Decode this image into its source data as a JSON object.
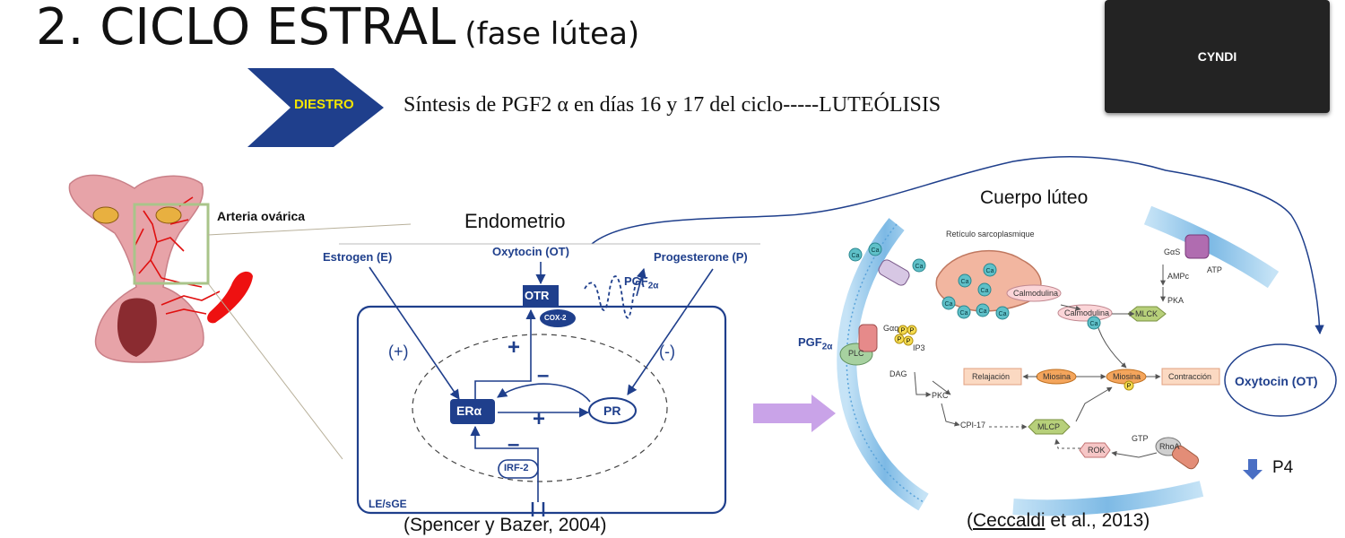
{
  "slide": {
    "title": "2. CICLO ESTRAL",
    "title_suffix": "(fase lútea)",
    "phase_label": "DIESTRO",
    "phase_text": "Síntesis de PGF2 α en días 16 y 17 del ciclo-----LUTEÓLISIS"
  },
  "video": {
    "participant_name": "CYNDI"
  },
  "uterus": {
    "label": "Arteria ovárica"
  },
  "endometrio": {
    "title": "Endometrio",
    "estrogen": "Estrogen (E)",
    "oxytocin": "Oxytocin (OT)",
    "progesterone": "Progesterone (P)",
    "otr": "OTR",
    "cox2": "COX-2",
    "pgf2a": "PGF",
    "pgf2a_sub": "2α",
    "plus_left": "(+)",
    "minus_right": "(-)",
    "er": "ERα",
    "pr": "PR",
    "irf2": "IRF-2",
    "le_sge": "LE/sGE",
    "plus": "+",
    "minus": "–",
    "citation": "(Spencer y Bazer, 2004)"
  },
  "cuerpo_luteo": {
    "title": "Cuerpo lúteo",
    "reticulo": "Retículo sarcoplasmique",
    "calmodulina1": "Calmodulina",
    "calmodulina2": "Calmodulina",
    "mlck": "MLCK",
    "gas": "GαS",
    "ampc": "AMPc",
    "pka": "PKA",
    "atp": "ATP",
    "gaq": "Gαq",
    "pgf2a": "PGF",
    "pgf2a_sub": "2α",
    "plc": "PLC",
    "ip3": "IP3",
    "dag": "DAG",
    "pkc": "PKC",
    "relajacion": "Relajación",
    "miosina": "Miosina",
    "miosina_p": "Miosina",
    "contraccion": "Contracción",
    "cpi17": "CPI-17",
    "mlcp": "MLCP",
    "rok": "ROK",
    "gtp": "GTP",
    "rhoa": "RhoA",
    "oxytocin": "Oxytocin (OT)",
    "p4": "P4",
    "ca": "Ca",
    "p": "P",
    "citation_author": "Ceccaldi",
    "citation_rest": " et al., 2013)",
    "citation_open": "("
  },
  "colors": {
    "chevron": "#1f3f8c",
    "diagram_blue": "#1f3f8c",
    "transfer_arrow": "#c9a3e8",
    "membrane": "#7fb8e6",
    "ca_ion": "#5fc0c8",
    "uterus_pink": "#e7a3a8",
    "artery_red": "#e01010",
    "box_green": "#a9c48a"
  }
}
